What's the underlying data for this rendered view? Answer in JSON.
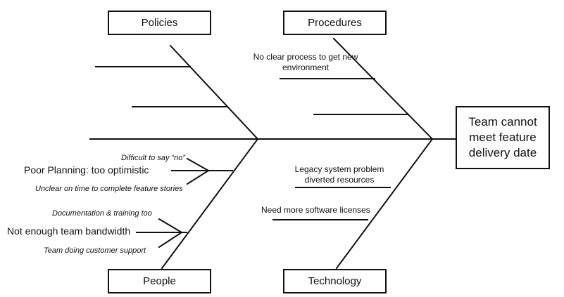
{
  "effect": "Team cannot meet feature delivery date",
  "categories": {
    "policies": "Policies",
    "procedures": "Procedures",
    "people": "People",
    "technology": "Technology"
  },
  "causes": {
    "procedures_1": "No clear process to get new environment",
    "technology_1": "Legacy system problem diverted resources",
    "technology_2": "Need more software licenses",
    "people_1": "Poor Planning: too optimistic",
    "people_2": "Not enough team bandwidth"
  },
  "sub_causes": {
    "people_1a": "Difficult to say “no”",
    "people_1b": "Unclear on time to complete feature stories",
    "people_2a": "Documentation & training too",
    "people_2b": "Team doing customer support"
  }
}
